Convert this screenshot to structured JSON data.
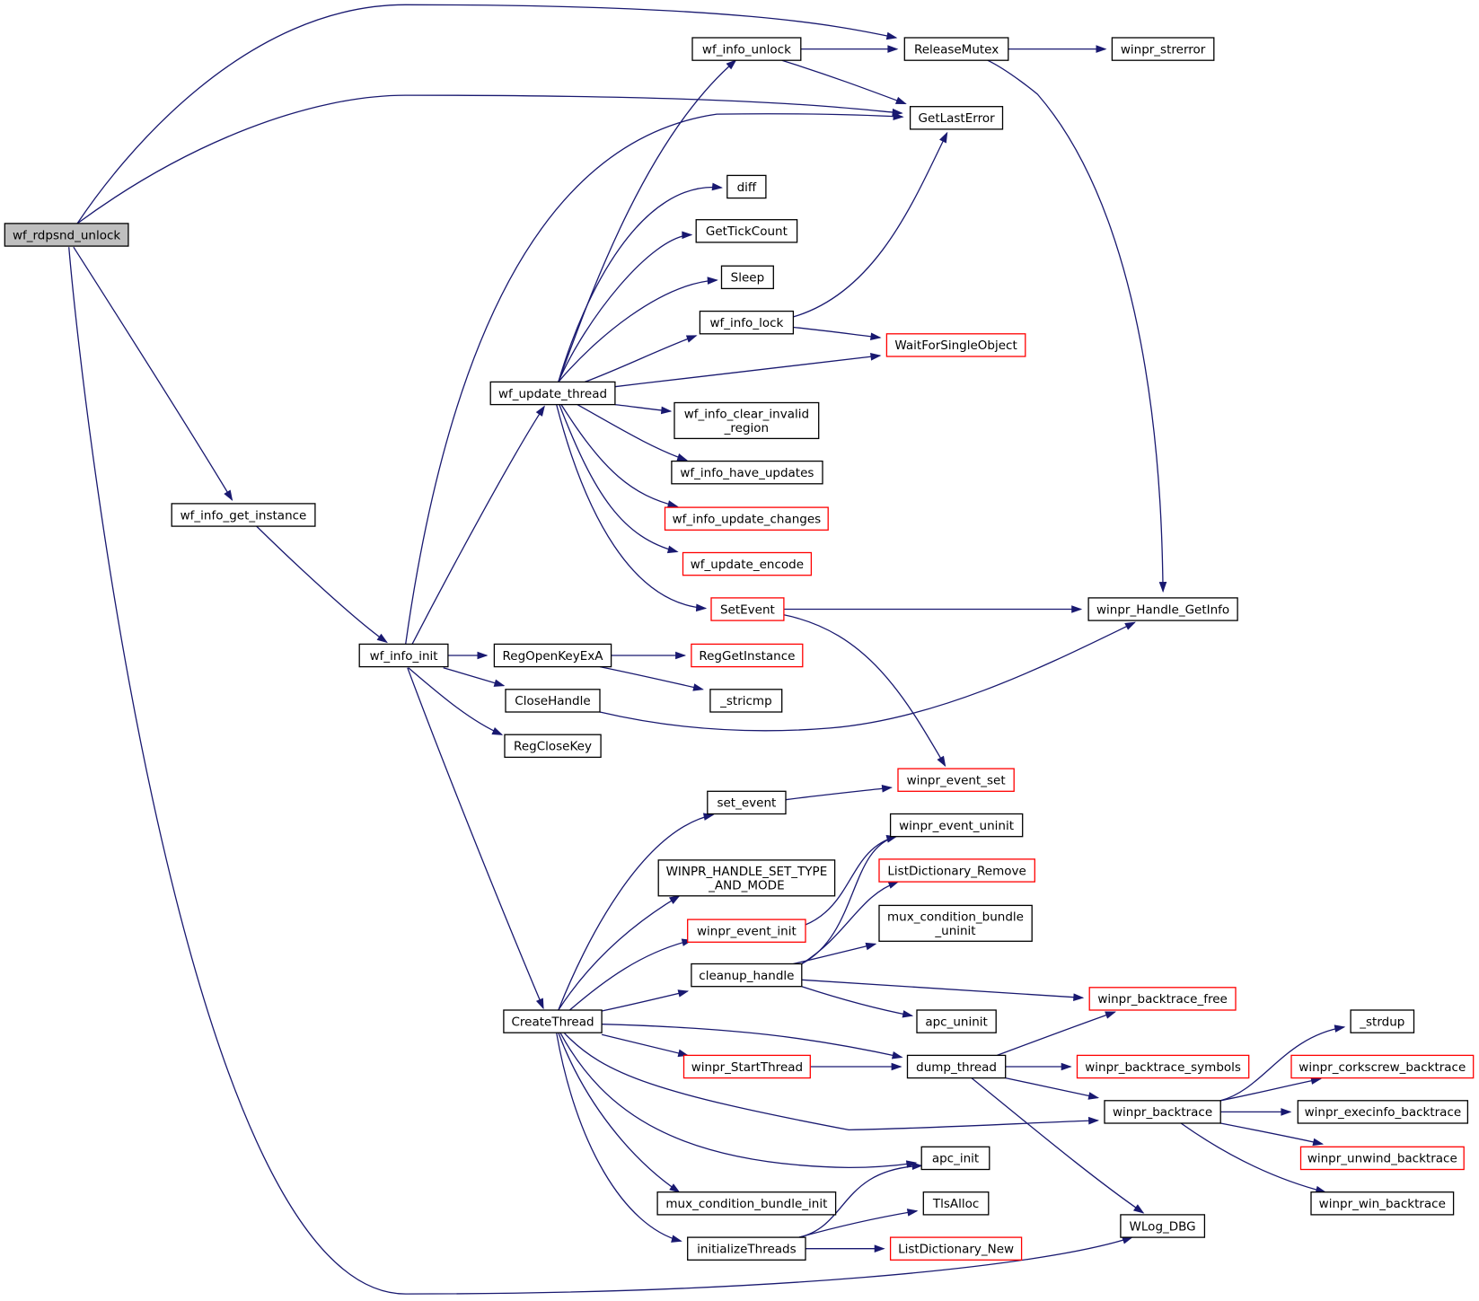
{
  "diagram": {
    "nodes": [
      {
        "id": "wf_rdpsnd_unlock",
        "lines": [
          "wf_rdpsnd_unlock"
        ],
        "style": "root"
      },
      {
        "id": "wf_info_get_instance",
        "lines": [
          "wf_info_get_instance"
        ],
        "style": "normal"
      },
      {
        "id": "wf_info_init",
        "lines": [
          "wf_info_init"
        ],
        "style": "normal"
      },
      {
        "id": "wf_update_thread",
        "lines": [
          "wf_update_thread"
        ],
        "style": "normal"
      },
      {
        "id": "RegOpenKeyExA",
        "lines": [
          "RegOpenKeyExA"
        ],
        "style": "normal"
      },
      {
        "id": "CloseHandle",
        "lines": [
          "CloseHandle"
        ],
        "style": "normal"
      },
      {
        "id": "RegCloseKey",
        "lines": [
          "RegCloseKey"
        ],
        "style": "normal"
      },
      {
        "id": "CreateThread",
        "lines": [
          "CreateThread"
        ],
        "style": "normal"
      },
      {
        "id": "wf_info_unlock",
        "lines": [
          "wf_info_unlock"
        ],
        "style": "normal"
      },
      {
        "id": "diff",
        "lines": [
          "diff"
        ],
        "style": "normal"
      },
      {
        "id": "GetTickCount",
        "lines": [
          "GetTickCount"
        ],
        "style": "normal"
      },
      {
        "id": "Sleep",
        "lines": [
          "Sleep"
        ],
        "style": "normal"
      },
      {
        "id": "wf_info_lock",
        "lines": [
          "wf_info_lock"
        ],
        "style": "normal"
      },
      {
        "id": "wf_info_clear_invalid_region",
        "lines": [
          "wf_info_clear_invalid",
          "_region"
        ],
        "style": "normal"
      },
      {
        "id": "wf_info_have_updates",
        "lines": [
          "wf_info_have_updates"
        ],
        "style": "normal"
      },
      {
        "id": "wf_info_update_changes",
        "lines": [
          "wf_info_update_changes"
        ],
        "style": "red"
      },
      {
        "id": "wf_update_encode",
        "lines": [
          "wf_update_encode"
        ],
        "style": "red"
      },
      {
        "id": "SetEvent",
        "lines": [
          "SetEvent"
        ],
        "style": "red"
      },
      {
        "id": "RegGetInstance",
        "lines": [
          "RegGetInstance"
        ],
        "style": "red"
      },
      {
        "id": "_stricmp",
        "lines": [
          "_stricmp"
        ],
        "style": "normal"
      },
      {
        "id": "set_event",
        "lines": [
          "set_event"
        ],
        "style": "normal"
      },
      {
        "id": "WINPR_HANDLE_SET_TYPE_AND_MODE",
        "lines": [
          "WINPR_HANDLE_SET_TYPE",
          "_AND_MODE"
        ],
        "style": "normal"
      },
      {
        "id": "winpr_event_init",
        "lines": [
          "winpr_event_init"
        ],
        "style": "red"
      },
      {
        "id": "cleanup_handle",
        "lines": [
          "cleanup_handle"
        ],
        "style": "normal"
      },
      {
        "id": "winpr_StartThread",
        "lines": [
          "winpr_StartThread"
        ],
        "style": "red"
      },
      {
        "id": "mux_condition_bundle_init",
        "lines": [
          "mux_condition_bundle_init"
        ],
        "style": "normal"
      },
      {
        "id": "initializeThreads",
        "lines": [
          "initializeThreads"
        ],
        "style": "normal"
      },
      {
        "id": "ReleaseMutex",
        "lines": [
          "ReleaseMutex"
        ],
        "style": "normal"
      },
      {
        "id": "GetLastError",
        "lines": [
          "GetLastError"
        ],
        "style": "normal"
      },
      {
        "id": "WaitForSingleObject",
        "lines": [
          "WaitForSingleObject"
        ],
        "style": "red"
      },
      {
        "id": "winpr_event_set",
        "lines": [
          "winpr_event_set"
        ],
        "style": "red"
      },
      {
        "id": "winpr_event_uninit",
        "lines": [
          "winpr_event_uninit"
        ],
        "style": "normal"
      },
      {
        "id": "ListDictionary_Remove",
        "lines": [
          "ListDictionary_Remove"
        ],
        "style": "red"
      },
      {
        "id": "mux_condition_bundle_uninit",
        "lines": [
          "mux_condition_bundle",
          "_uninit"
        ],
        "style": "normal"
      },
      {
        "id": "apc_uninit",
        "lines": [
          "apc_uninit"
        ],
        "style": "normal"
      },
      {
        "id": "dump_thread",
        "lines": [
          "dump_thread"
        ],
        "style": "normal"
      },
      {
        "id": "apc_init",
        "lines": [
          "apc_init"
        ],
        "style": "normal"
      },
      {
        "id": "TlsAlloc",
        "lines": [
          "TlsAlloc"
        ],
        "style": "normal"
      },
      {
        "id": "ListDictionary_New",
        "lines": [
          "ListDictionary_New"
        ],
        "style": "red"
      },
      {
        "id": "winpr_strerror",
        "lines": [
          "winpr_strerror"
        ],
        "style": "normal"
      },
      {
        "id": "winpr_Handle_GetInfo",
        "lines": [
          "winpr_Handle_GetInfo"
        ],
        "style": "normal"
      },
      {
        "id": "winpr_backtrace_free",
        "lines": [
          "winpr_backtrace_free"
        ],
        "style": "red"
      },
      {
        "id": "winpr_backtrace_symbols",
        "lines": [
          "winpr_backtrace_symbols"
        ],
        "style": "red"
      },
      {
        "id": "winpr_backtrace",
        "lines": [
          "winpr_backtrace"
        ],
        "style": "normal"
      },
      {
        "id": "WLog_DBG",
        "lines": [
          "WLog_DBG"
        ],
        "style": "normal"
      },
      {
        "id": "_strdup",
        "lines": [
          "_strdup"
        ],
        "style": "normal"
      },
      {
        "id": "winpr_corkscrew_backtrace",
        "lines": [
          "winpr_corkscrew_backtrace"
        ],
        "style": "red"
      },
      {
        "id": "winpr_execinfo_backtrace",
        "lines": [
          "winpr_execinfo_backtrace"
        ],
        "style": "normal"
      },
      {
        "id": "winpr_unwind_backtrace",
        "lines": [
          "winpr_unwind_backtrace"
        ],
        "style": "red"
      },
      {
        "id": "winpr_win_backtrace",
        "lines": [
          "winpr_win_backtrace"
        ],
        "style": "normal"
      }
    ],
    "edges": [
      [
        "wf_rdpsnd_unlock",
        "ReleaseMutex"
      ],
      [
        "wf_rdpsnd_unlock",
        "GetLastError"
      ],
      [
        "wf_rdpsnd_unlock",
        "wf_info_get_instance"
      ],
      [
        "wf_rdpsnd_unlock",
        "WLog_DBG"
      ],
      [
        "wf_info_get_instance",
        "wf_info_init"
      ],
      [
        "wf_info_init",
        "wf_update_thread"
      ],
      [
        "wf_info_init",
        "GetLastError"
      ],
      [
        "wf_info_init",
        "RegOpenKeyExA"
      ],
      [
        "wf_info_init",
        "CloseHandle"
      ],
      [
        "wf_info_init",
        "RegCloseKey"
      ],
      [
        "wf_info_init",
        "CreateThread"
      ],
      [
        "wf_update_thread",
        "wf_info_unlock"
      ],
      [
        "wf_update_thread",
        "diff"
      ],
      [
        "wf_update_thread",
        "GetTickCount"
      ],
      [
        "wf_update_thread",
        "Sleep"
      ],
      [
        "wf_update_thread",
        "wf_info_lock"
      ],
      [
        "wf_update_thread",
        "WaitForSingleObject"
      ],
      [
        "wf_update_thread",
        "wf_info_clear_invalid_region"
      ],
      [
        "wf_update_thread",
        "wf_info_have_updates"
      ],
      [
        "wf_update_thread",
        "wf_info_update_changes"
      ],
      [
        "wf_update_thread",
        "wf_update_encode"
      ],
      [
        "wf_update_thread",
        "SetEvent"
      ],
      [
        "wf_info_unlock",
        "ReleaseMutex"
      ],
      [
        "wf_info_unlock",
        "GetLastError"
      ],
      [
        "ReleaseMutex",
        "winpr_strerror"
      ],
      [
        "ReleaseMutex",
        "winpr_Handle_GetInfo"
      ],
      [
        "wf_info_lock",
        "GetLastError"
      ],
      [
        "wf_info_lock",
        "WaitForSingleObject"
      ],
      [
        "SetEvent",
        "winpr_Handle_GetInfo"
      ],
      [
        "SetEvent",
        "winpr_event_set"
      ],
      [
        "RegOpenKeyExA",
        "RegGetInstance"
      ],
      [
        "RegOpenKeyExA",
        "_stricmp"
      ],
      [
        "CloseHandle",
        "winpr_Handle_GetInfo"
      ],
      [
        "CreateThread",
        "set_event"
      ],
      [
        "CreateThread",
        "WINPR_HANDLE_SET_TYPE_AND_MODE"
      ],
      [
        "CreateThread",
        "winpr_event_init"
      ],
      [
        "CreateThread",
        "cleanup_handle"
      ],
      [
        "CreateThread",
        "dump_thread"
      ],
      [
        "CreateThread",
        "winpr_StartThread"
      ],
      [
        "CreateThread",
        "winpr_backtrace"
      ],
      [
        "CreateThread",
        "apc_init"
      ],
      [
        "CreateThread",
        "mux_condition_bundle_init"
      ],
      [
        "CreateThread",
        "initializeThreads"
      ],
      [
        "set_event",
        "winpr_event_set"
      ],
      [
        "winpr_event_init",
        "winpr_event_uninit"
      ],
      [
        "cleanup_handle",
        "winpr_event_uninit"
      ],
      [
        "cleanup_handle",
        "ListDictionary_Remove"
      ],
      [
        "cleanup_handle",
        "mux_condition_bundle_uninit"
      ],
      [
        "cleanup_handle",
        "winpr_backtrace_free"
      ],
      [
        "cleanup_handle",
        "apc_uninit"
      ],
      [
        "winpr_StartThread",
        "dump_thread"
      ],
      [
        "initializeThreads",
        "apc_init"
      ],
      [
        "initializeThreads",
        "TlsAlloc"
      ],
      [
        "initializeThreads",
        "ListDictionary_New"
      ],
      [
        "dump_thread",
        "winpr_backtrace_free"
      ],
      [
        "dump_thread",
        "winpr_backtrace_symbols"
      ],
      [
        "dump_thread",
        "winpr_backtrace"
      ],
      [
        "dump_thread",
        "WLog_DBG"
      ],
      [
        "winpr_backtrace",
        "_strdup"
      ],
      [
        "winpr_backtrace",
        "winpr_corkscrew_backtrace"
      ],
      [
        "winpr_backtrace",
        "winpr_execinfo_backtrace"
      ],
      [
        "winpr_backtrace",
        "winpr_unwind_backtrace"
      ],
      [
        "winpr_backtrace",
        "winpr_win_backtrace"
      ]
    ]
  },
  "colors": {
    "edge": "#191970",
    "root_fill": "#bfbfbf",
    "node_border": "#000000",
    "red_border": "#ff0000",
    "background": "#ffffff"
  }
}
